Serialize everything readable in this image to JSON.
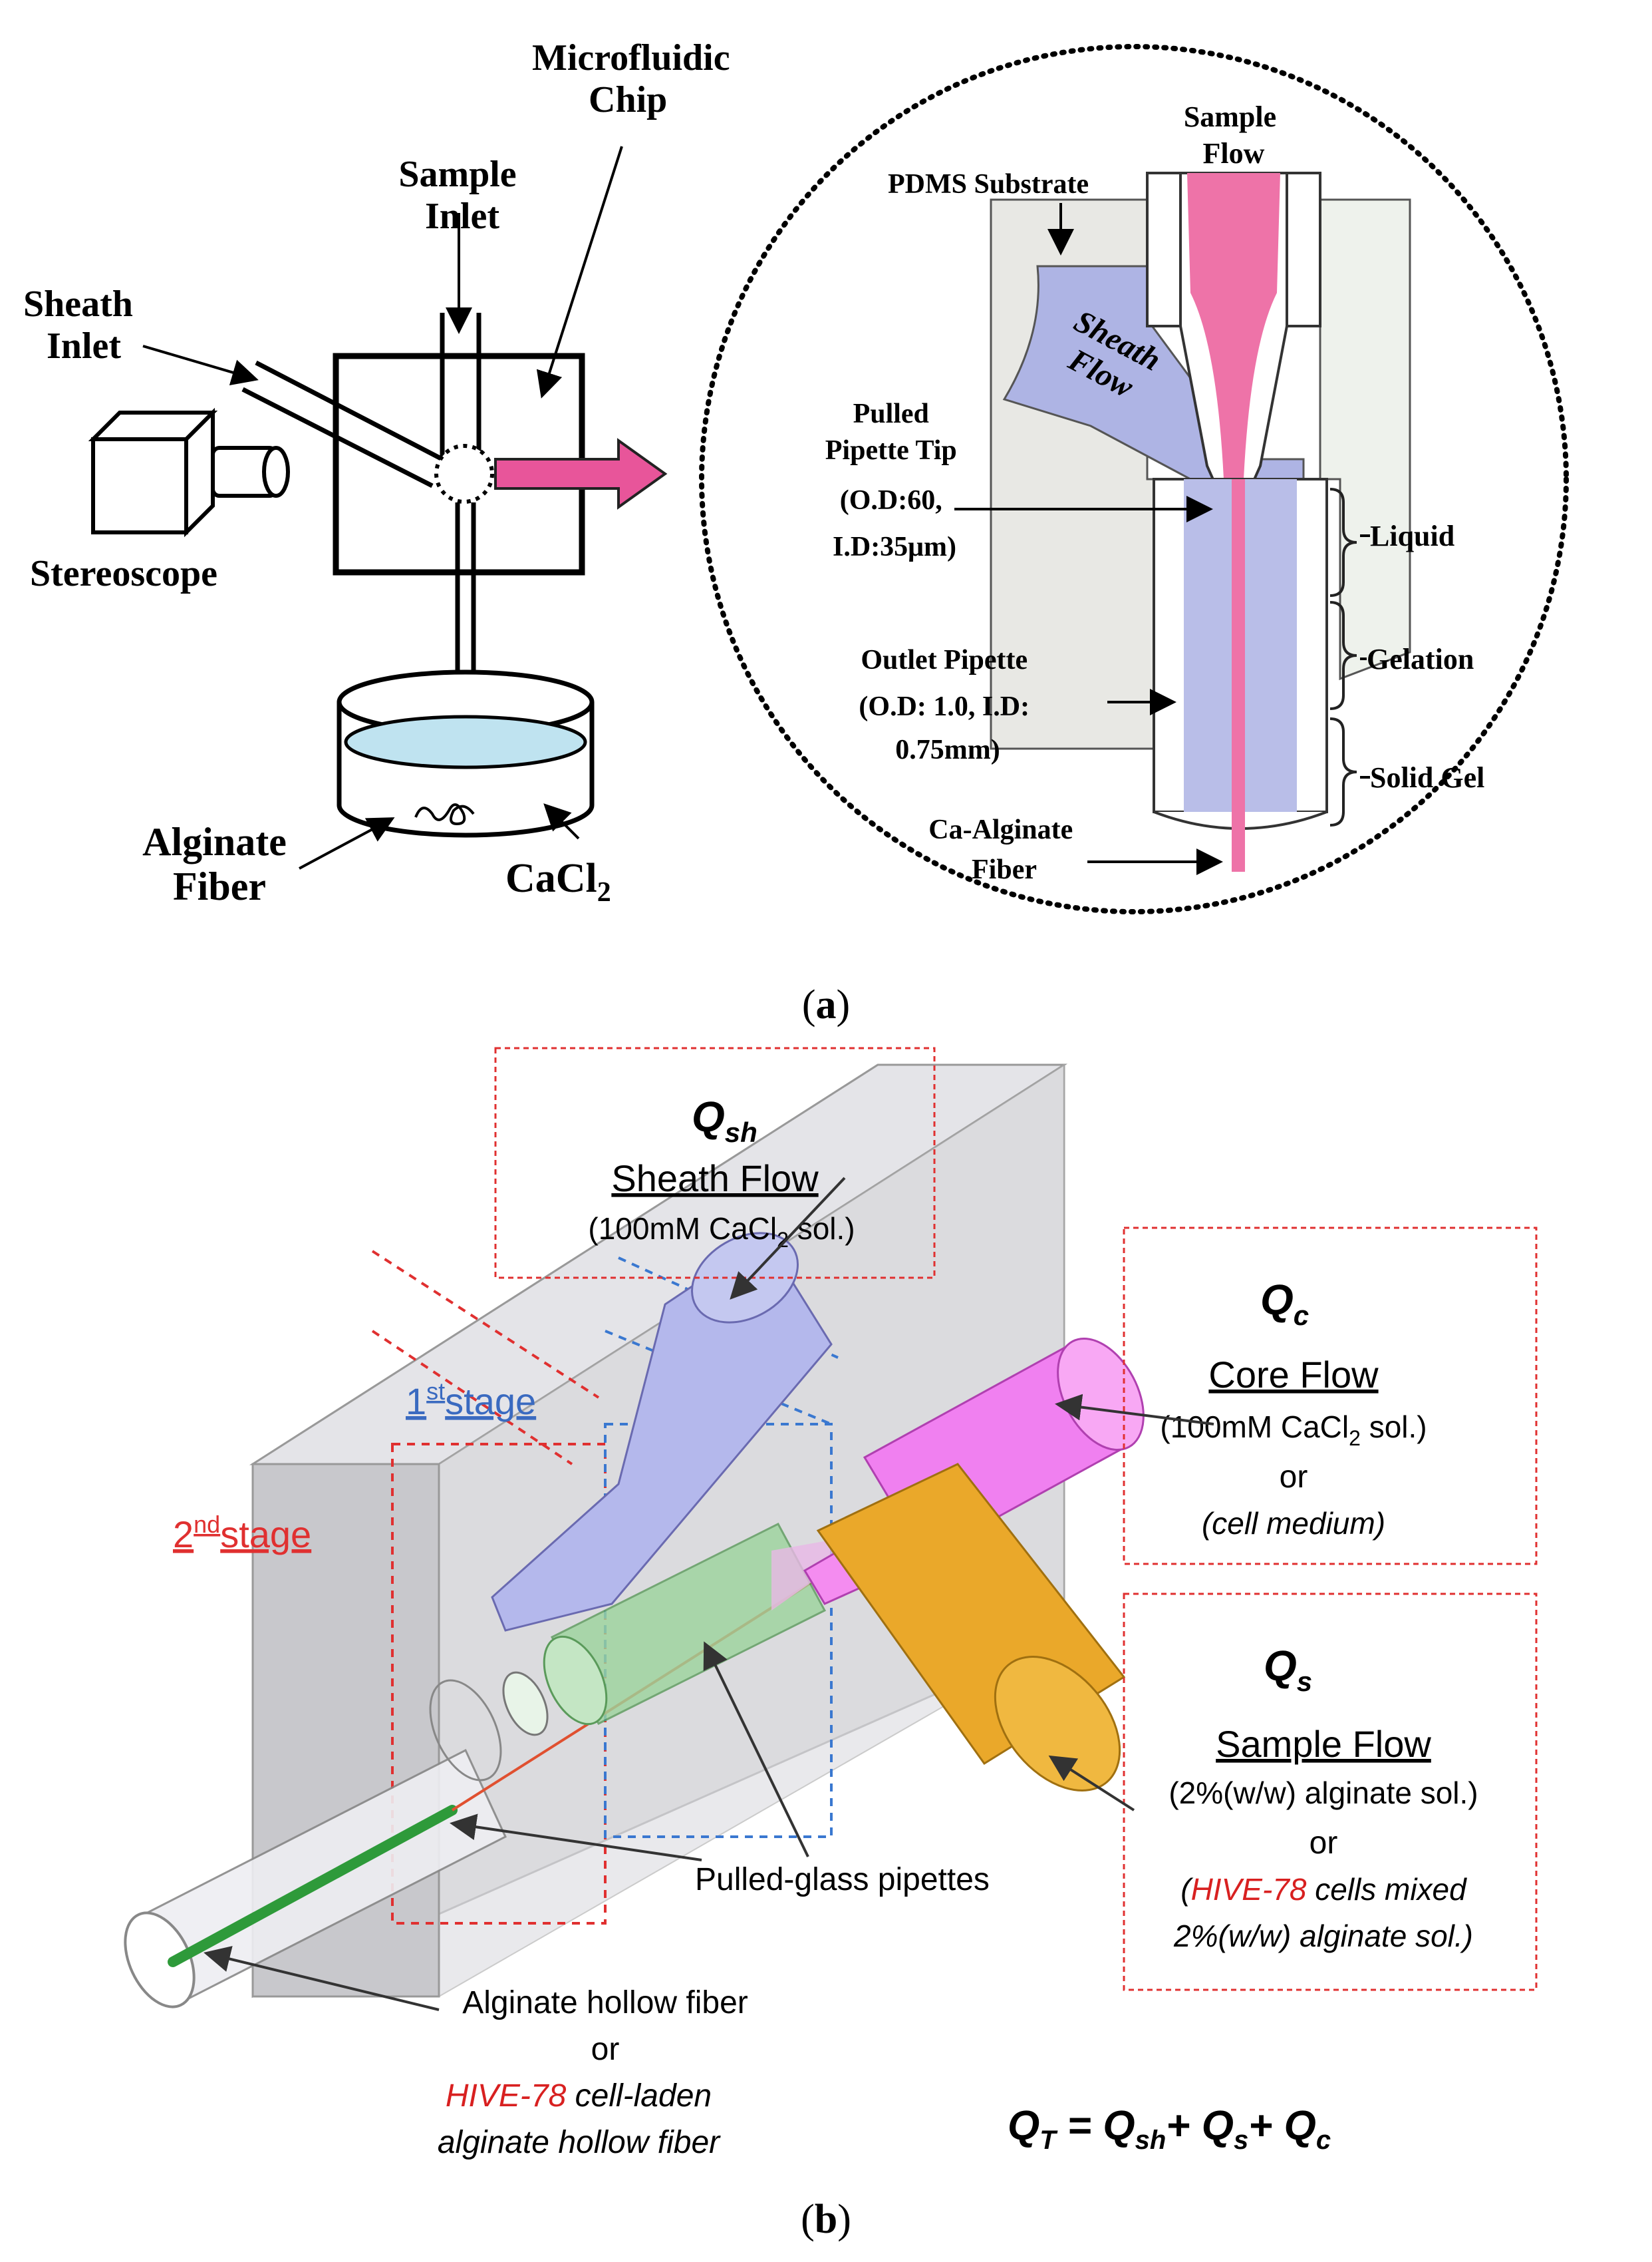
{
  "panel_a": {
    "caption": "a",
    "overview": {
      "microfluidic_chip": [
        "Microfluidic",
        "Chip"
      ],
      "sample_inlet": [
        "Sample",
        "Inlet"
      ],
      "sheath_inlet": [
        "Sheath",
        "Inlet"
      ],
      "stereoscope": "Stereoscope",
      "alginate_fiber": [
        "Alginate",
        "Fiber"
      ],
      "cacl2_base": "CaCl",
      "cacl2_sub": "2"
    },
    "detail": {
      "sample_flow": [
        "Sample",
        "Flow"
      ],
      "pdms_substrate": "PDMS Substrate",
      "sheath_flow": [
        "Sheath",
        "Flow"
      ],
      "pulled_pipette_tip": [
        "Pulled",
        "Pipette Tip",
        "(O.D:60,",
        "I.D:35μm)"
      ],
      "outlet_pipette": [
        "Outlet Pipette",
        "(O.D: 1.0, I.D:",
        "0.75mm)"
      ],
      "ca_alginate_fiber": [
        "Ca-Alginate",
        "Fiber"
      ],
      "liquid": "Liquid",
      "gelation": "Gelation",
      "solid_gel": "Solid Gel"
    }
  },
  "panel_b": {
    "caption": "b",
    "q_sh": {
      "symbol": "Q",
      "sub": "sh",
      "title": "Sheath Flow",
      "detail_pre": "(100mM CaCl",
      "detail_sub": "2",
      "detail_post": " sol.)"
    },
    "q_c": {
      "symbol": "Q",
      "sub": "c",
      "title": "Core Flow",
      "detail_pre": "(100mM CaCl",
      "detail_sub": "2",
      "detail_post": " sol.)",
      "or": "or",
      "alt": "(cell medium)"
    },
    "q_s": {
      "symbol": "Q",
      "sub": "s",
      "title": "Sample Flow",
      "detail": "(2%(w/w) alginate sol.)",
      "or": "or",
      "alt_red": "HIVE-78",
      "alt_line1_pre": "(",
      "alt_line1_post": "  cells mixed",
      "alt_line2": "2%(w/w) alginate sol.)"
    },
    "stage1": {
      "num": "1",
      "sup": "st",
      "word": "stage"
    },
    "stage2": {
      "num": "2",
      "sup": "nd",
      "word": "stage"
    },
    "pulled_glass": "Pulled-glass pipettes",
    "fiber_label": {
      "line1": "Alginate hollow fiber",
      "or": "or",
      "red": "HIVE-78",
      "line3_post": " cell-laden",
      "line4": "alginate hollow fiber"
    },
    "equation": {
      "lhs": "Q",
      "lhs_sub": "T",
      "eq": " = ",
      "t1": "Q",
      "t1_sub": "sh",
      "plus1": "+ ",
      "t2": "Q",
      "t2_sub": "s",
      "plus2": "+ ",
      "t3": "Q",
      "t3_sub": "c"
    }
  },
  "colors": {
    "pink": "#e8559a",
    "magenta_tube": "#f080f0",
    "lavender": "#b4b8ec",
    "green": "#2e9a3a",
    "orange": "#e8a820",
    "red_dash": "#e03030",
    "blue_dash": "#3a78d0",
    "block_grey": "#c8c8cc"
  }
}
